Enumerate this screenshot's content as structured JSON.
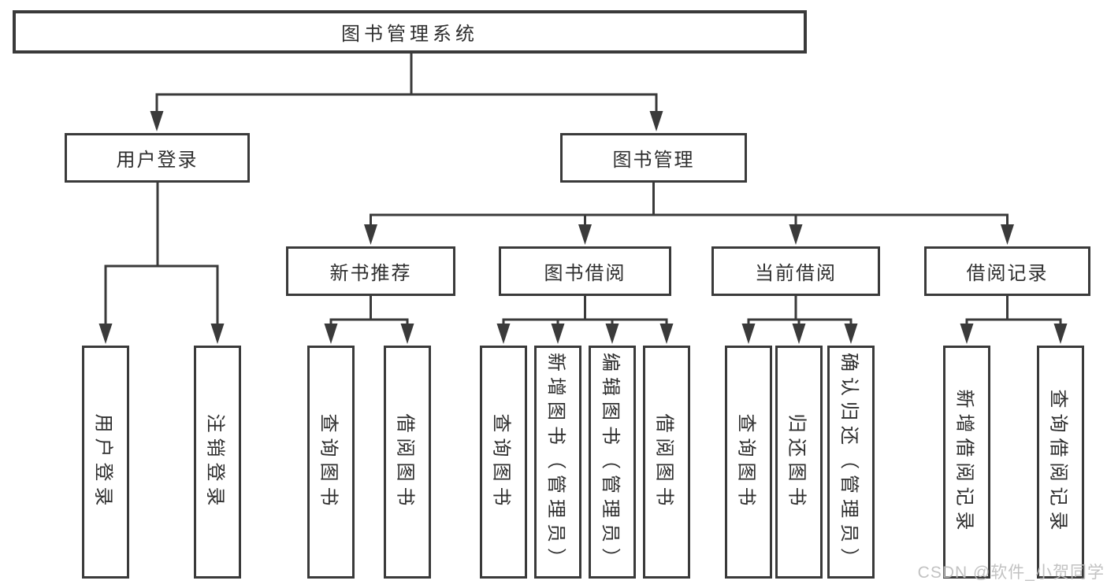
{
  "colors": {
    "line": "#3a3a3a",
    "box_border": "#3a3a3a",
    "text": "#2e2e2e",
    "watermark": "#bdbdbd",
    "background": "#ffffff"
  },
  "tree": {
    "label": "图书管理系统",
    "children": [
      {
        "label": "用户登录",
        "children": [
          {
            "label": "用户登录"
          },
          {
            "label": "注销登录"
          }
        ]
      },
      {
        "label": "图书管理",
        "children": [
          {
            "label": "新书推荐",
            "children": [
              {
                "label": "查询图书"
              },
              {
                "label": "借阅图书"
              }
            ]
          },
          {
            "label": "图书借阅",
            "children": [
              {
                "label": "查询图书"
              },
              {
                "label": "新增图书（管理员）"
              },
              {
                "label": "编辑图书（管理员）"
              },
              {
                "label": "借阅图书"
              }
            ]
          },
          {
            "label": "当前借阅",
            "children": [
              {
                "label": "查询图书"
              },
              {
                "label": "归还图书"
              },
              {
                "label": "确认归还（管理员）"
              }
            ]
          },
          {
            "label": "借阅记录",
            "children": [
              {
                "label": "新增借阅记录"
              },
              {
                "label": "查询借阅记录"
              }
            ]
          }
        ]
      }
    ]
  },
  "watermark": {
    "text": "CSDN @软件_小贺同学"
  }
}
